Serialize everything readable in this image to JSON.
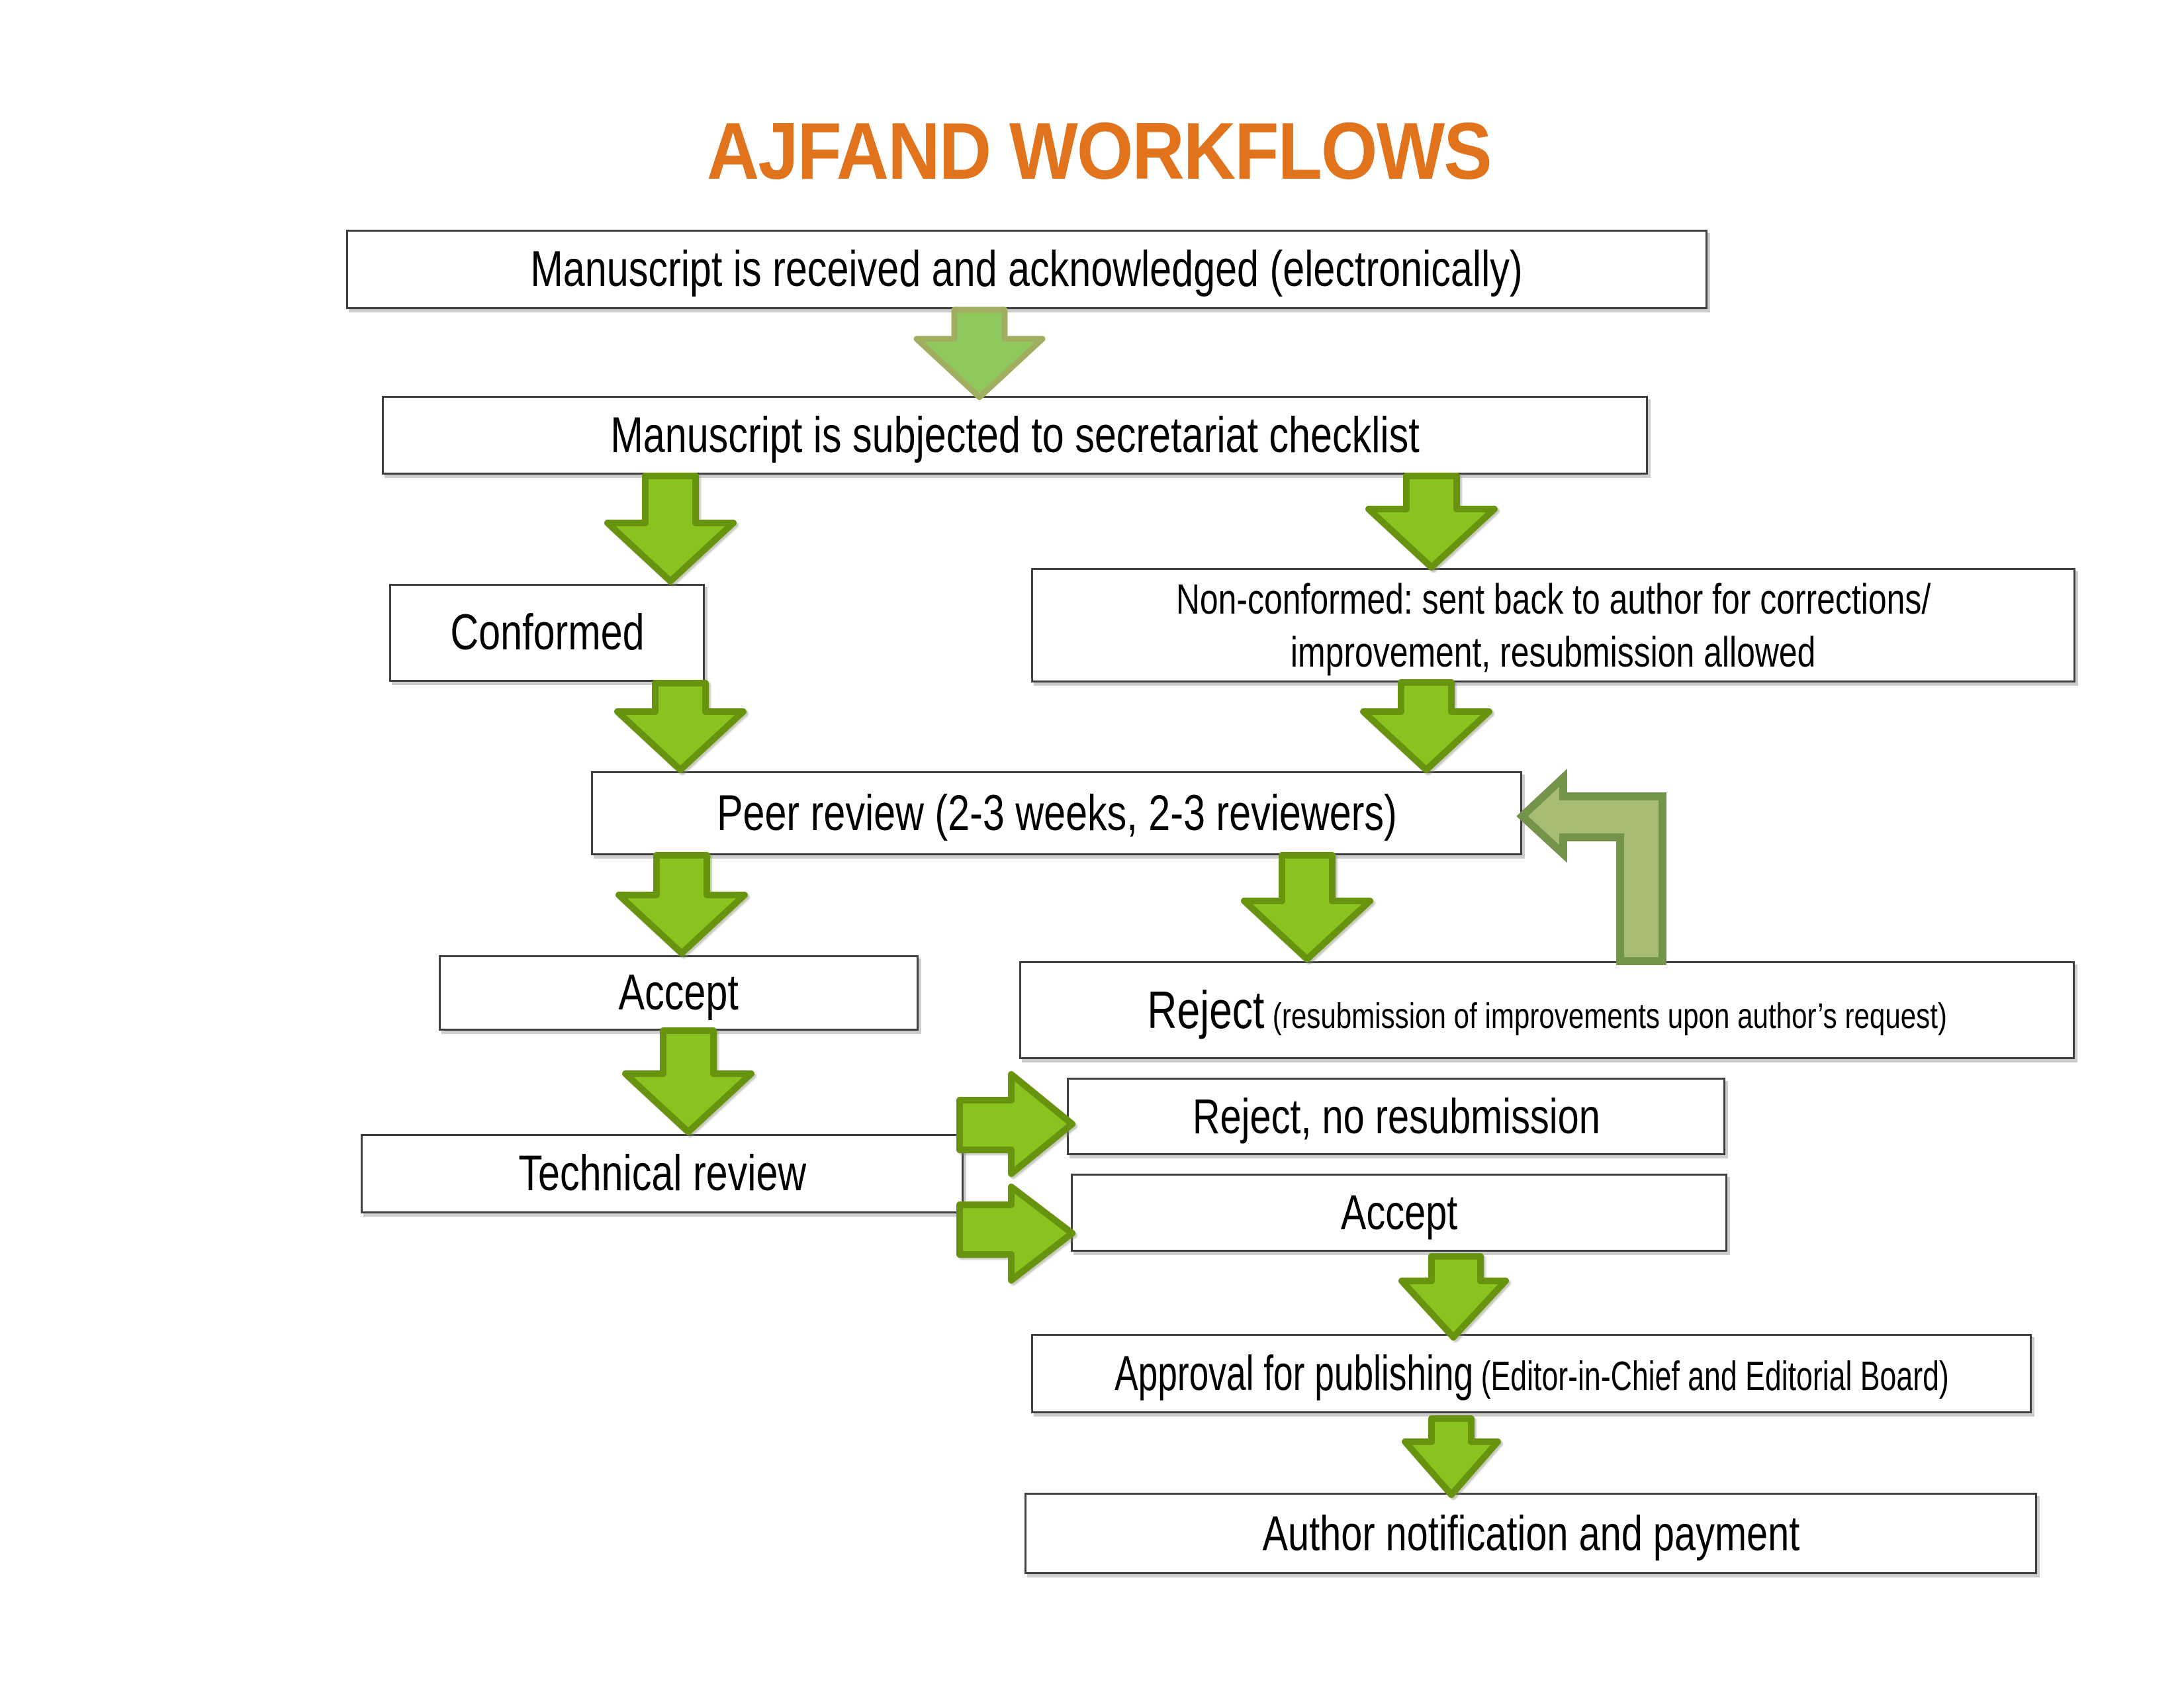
{
  "title": {
    "text": "AJFAND WORKFLOWS"
  },
  "boxes": {
    "received": {
      "label": "Manuscript is received and acknowledged (electronically)"
    },
    "checklist": {
      "label": "Manuscript is subjected to secretariat checklist"
    },
    "conformed": {
      "label": "Conformed"
    },
    "nonconformed": {
      "line1": "Non-conformed: sent back to author for corrections/",
      "line2": "improvement, resubmission allowed"
    },
    "peer_review": {
      "label": "Peer review (2-3 weeks, 2-3 reviewers)"
    },
    "accept_peer": {
      "label": "Accept"
    },
    "reject_peer": {
      "main": "Reject",
      "note": "(resubmission of improvements upon author’s request)"
    },
    "technical_review": {
      "label": "Technical review"
    },
    "reject_final": {
      "label": "Reject, no resubmission"
    },
    "accept_final": {
      "label": "Accept"
    },
    "approval": {
      "main": "Approval for publishing",
      "note": "(Editor-in-Chief and Editorial Board)"
    },
    "author_notification": {
      "label": "Author notification and payment"
    }
  },
  "colors": {
    "title": "#E0731C",
    "box_border": "#3F3F3F",
    "arrow_green_fill": "#8AC21F",
    "arrow_green_edge": "#67930F",
    "arrow_green_light_fill": "#8FC85C",
    "arrow_green_light_edge": "#9FAF5F",
    "arrow_olive_fill": "#A6BC72",
    "arrow_olive_edge": "#75944B"
  }
}
